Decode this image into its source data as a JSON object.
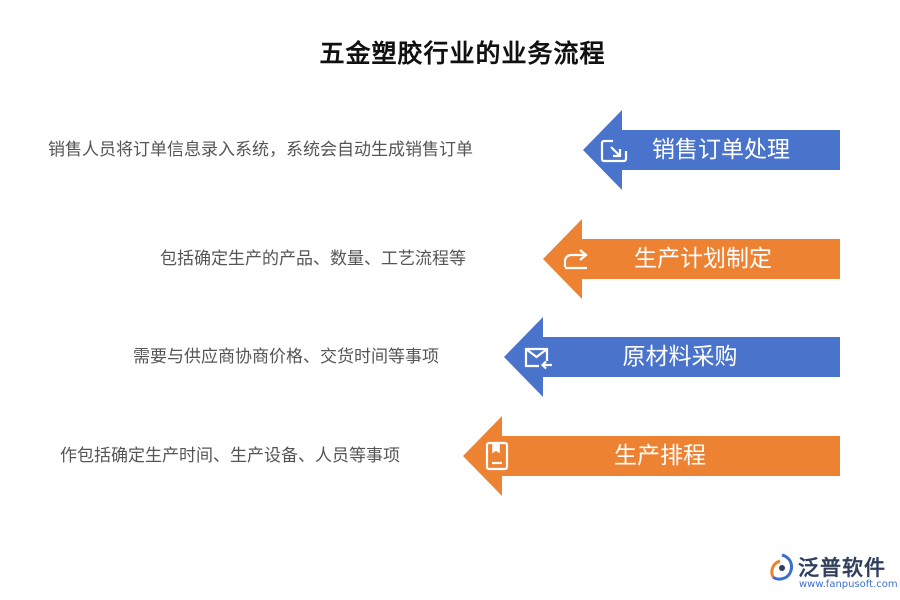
{
  "title": "五金塑胶行业的业务流程",
  "colors": {
    "blue": "#4a73cc",
    "orange": "#ee8233"
  },
  "steps": [
    {
      "label": "销售订单处理",
      "desc": "销售人员将订单信息录入系统，系统会自动生成销售订单",
      "color": "blue",
      "icon": "exit-icon"
    },
    {
      "label": "生产计划制定",
      "desc": "包括确定生产的产品、数量、工艺流程等",
      "color": "orange",
      "icon": "redo-icon"
    },
    {
      "label": "原材料采购",
      "desc": "需要与供应商协商价格、交货时间等事项",
      "color": "blue",
      "icon": "mail-icon"
    },
    {
      "label": "生产排程",
      "desc": "作包括确定生产时间、生产设备、人员等事项",
      "color": "orange",
      "icon": "document-icon"
    }
  ],
  "logo": {
    "text": "泛普软件",
    "url": "www.fanpusoft.com"
  }
}
